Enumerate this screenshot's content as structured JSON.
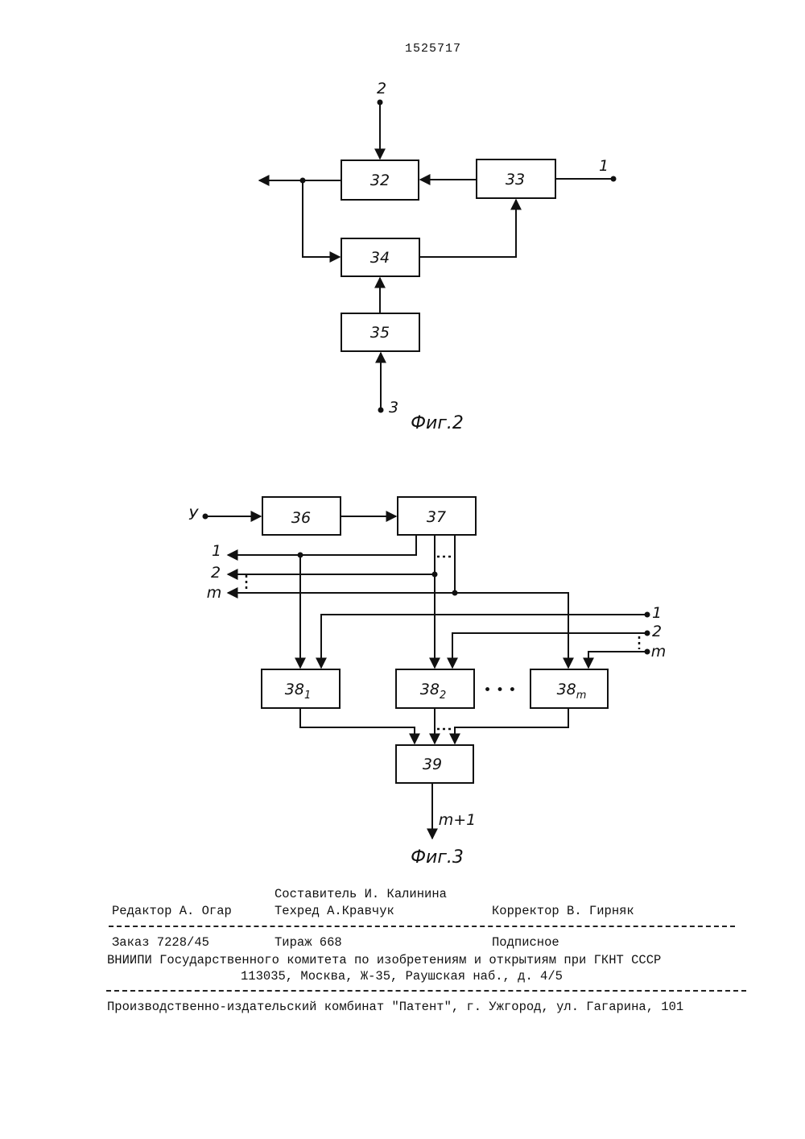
{
  "page_number": "1525717",
  "fig2": {
    "caption": "Фиг.2",
    "blocks": [
      "32",
      "33",
      "34",
      "35"
    ],
    "pins": {
      "in1": "1",
      "in2": "2",
      "in3": "3"
    }
  },
  "fig3": {
    "caption": "Фиг.3",
    "blocks": {
      "b36": "36",
      "b37": "37",
      "b38_1": "38",
      "sub1": "1",
      "b38_2": "38",
      "sub2": "2",
      "b38_m": "38",
      "subm": "m",
      "b39": "39"
    },
    "pins": {
      "input": "У",
      "left1": "1",
      "left2": "2",
      "leftm": "m",
      "right1": "1",
      "right2": "2",
      "rightm": "m",
      "output": "m+1"
    },
    "ellipsis": "• • •"
  },
  "imprint": {
    "compiler": "Составитель И. Калинина",
    "editor": "Редактор А. Огар",
    "techred": "Техред А.Кравчук",
    "corrector": "Корректор В. Гирняк",
    "order": "Заказ 7228/45",
    "circulation": "Тираж 668",
    "subscription": "Подписное",
    "org": "ВНИИПИ Государственного комитета по изобретениям и открытиям при ГКНТ СССР",
    "address": "113035, Москва, Ж-35, Раушская наб., д. 4/5",
    "publisher": "Производственно-издательский комбинат \"Патент\", г. Ужгород, ул. Гагарина, 101"
  }
}
